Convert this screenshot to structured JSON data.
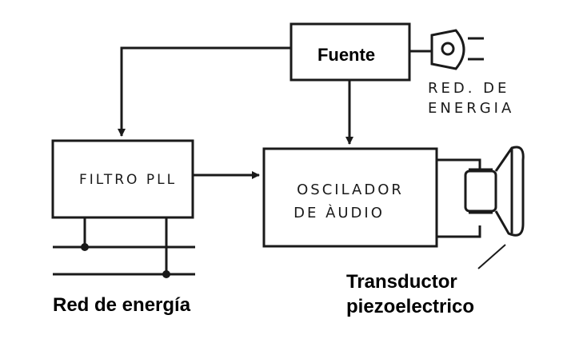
{
  "diagram": {
    "blocks": {
      "fuente": "Fuente",
      "filtro": "FILTRO PLL",
      "oscilador_line1": "OSCILADOR",
      "oscilador_line2": "DE ÀUDIO"
    },
    "labels": {
      "red_de_energia_plug_line1": "RED. DE",
      "red_de_energia_plug_line2": "ENERGIA",
      "red_de_energia_bottom": "Red de energía",
      "transductor_line1": "Transductor",
      "transductor_line2": "piezoelectrico"
    },
    "icons": {
      "plug": "power-plug-icon",
      "speaker": "piezo-transducer-icon"
    },
    "colors": {
      "ink": "#1a1a1a",
      "background": "#ffffff"
    }
  }
}
